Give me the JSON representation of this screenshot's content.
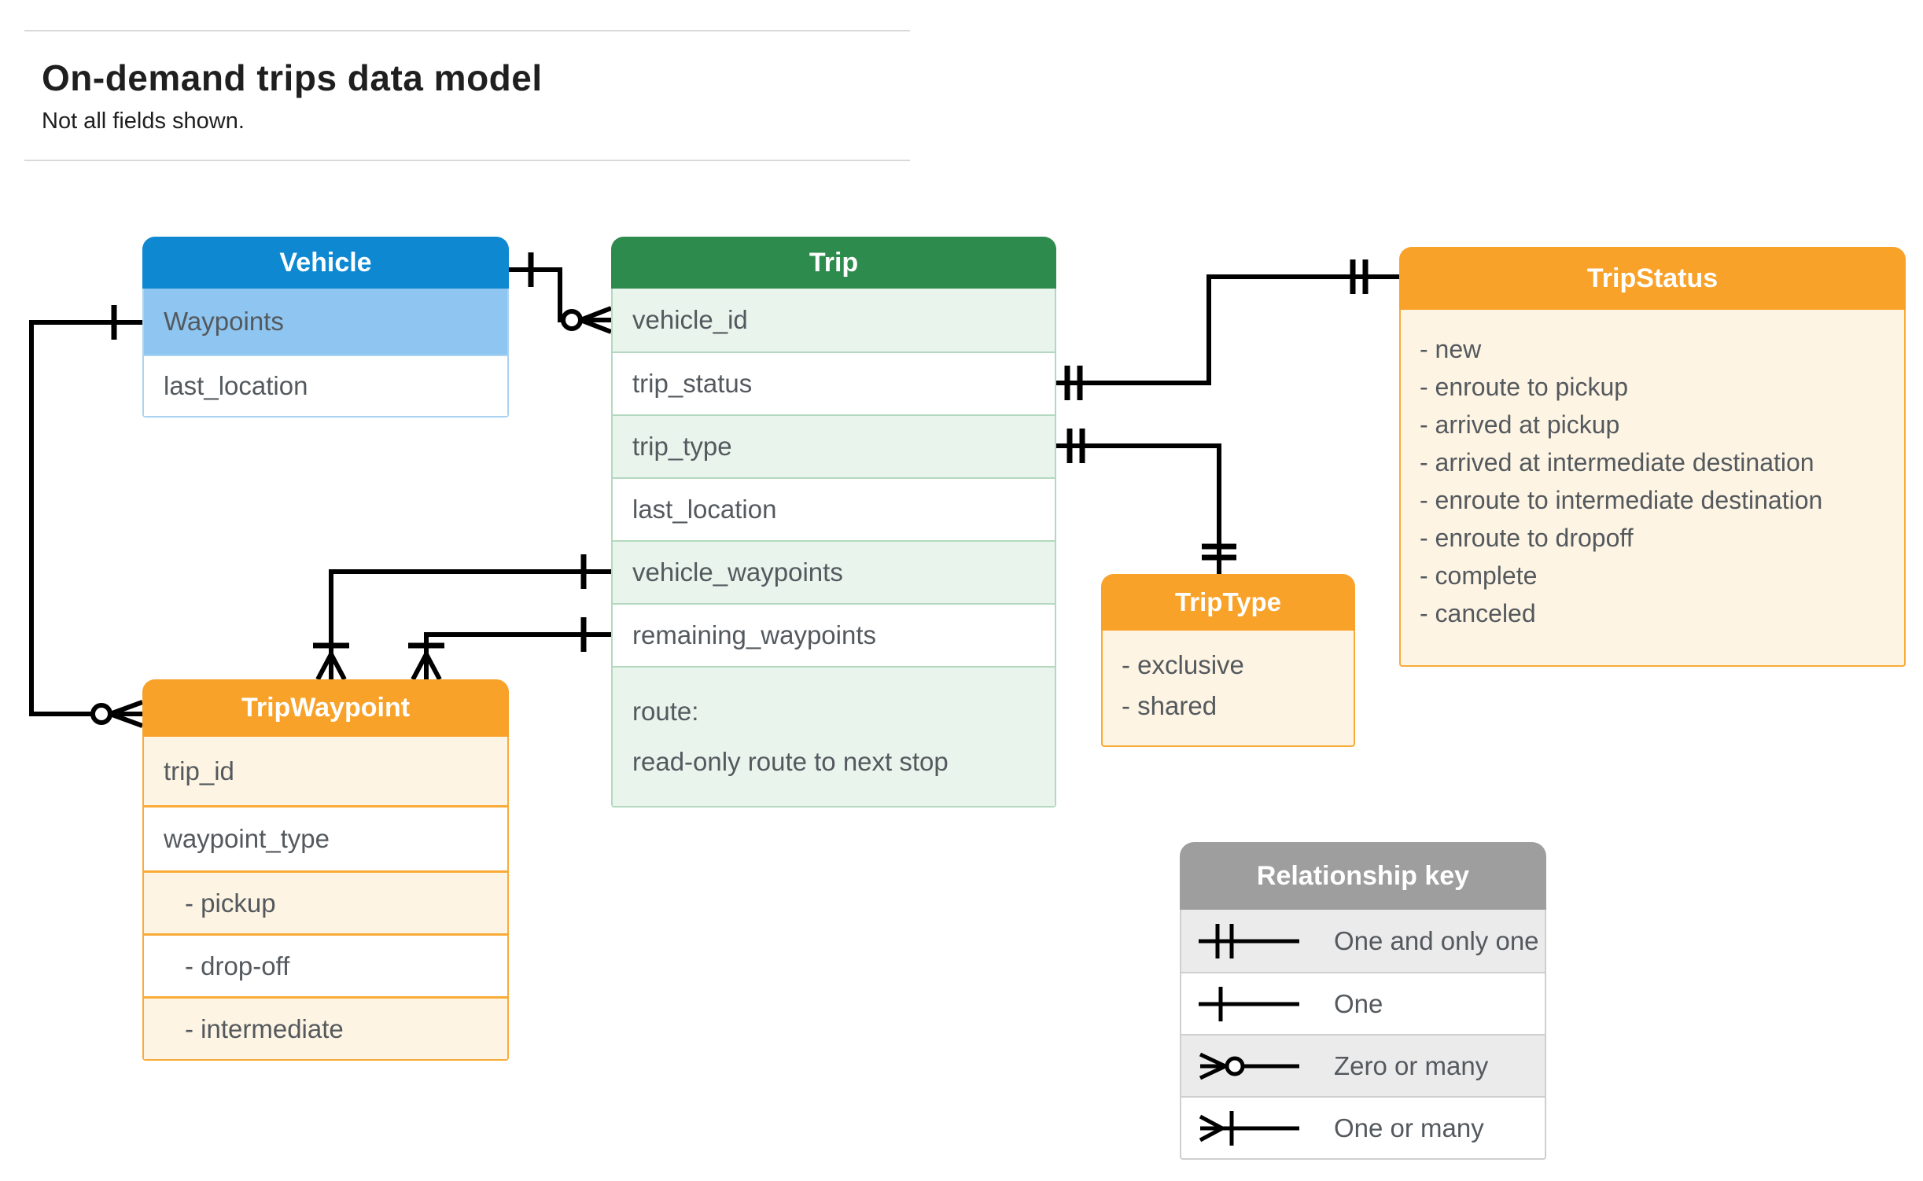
{
  "page": {
    "title": "On-demand trips data model",
    "subtitle": "Not all fields shown."
  },
  "entities": {
    "vehicle": {
      "title": "Vehicle",
      "fields": [
        "Waypoints",
        "last_location"
      ]
    },
    "trip": {
      "title": "Trip",
      "fields": [
        "vehicle_id",
        "trip_status",
        "trip_type",
        "last_location",
        "vehicle_waypoints",
        "remaining_waypoints"
      ],
      "route_label": "route:",
      "route_desc": "read-only route to next stop"
    },
    "tripStatus": {
      "title": "TripStatus",
      "values": [
        "- new",
        "- enroute to pickup",
        "- arrived at pickup",
        "- arrived at intermediate destination",
        "- enroute to intermediate destination",
        "- enroute to dropoff",
        "- complete",
        "- canceled"
      ]
    },
    "tripType": {
      "title": "TripType",
      "values": [
        "- exclusive",
        "- shared"
      ]
    },
    "tripWaypoint": {
      "title": "TripWaypoint",
      "fields": [
        "trip_id",
        "waypoint_type"
      ],
      "values": [
        "- pickup",
        "- drop-off",
        "- intermediate"
      ]
    }
  },
  "legend": {
    "title": "Relationship key",
    "items": [
      {
        "icon": "one-and-only-one-icon",
        "label": "One and only one"
      },
      {
        "icon": "one-icon",
        "label": "One"
      },
      {
        "icon": "zero-or-many-icon",
        "label": "Zero or many"
      },
      {
        "icon": "one-or-many-icon",
        "label": "One or many"
      }
    ]
  },
  "colors": {
    "vehicle_header": "#0f88d2",
    "vehicle_highlight_row": "#8ec6f1",
    "trip_header": "#2e8b4e",
    "trip_row_tint": "#e9f4ed",
    "enum_header": "#f8a22a",
    "enum_body": "#fdf4e3",
    "legend_header": "#9e9e9e",
    "legend_row_tint": "#ebebeb",
    "connector": "#000000",
    "field_text": "#54595e"
  }
}
